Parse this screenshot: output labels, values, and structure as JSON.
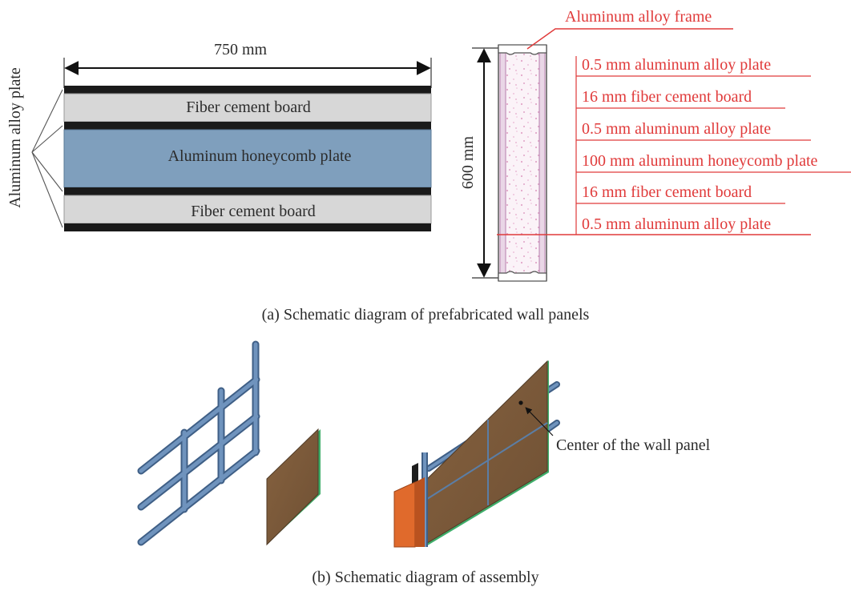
{
  "panel_a": {
    "width_dim": "750 mm",
    "side_label": "Aluminum alloy plate",
    "layers": {
      "top_board": "Fiber cement board",
      "core": "Aluminum honeycomb plate",
      "bottom_board": "Fiber cement board"
    },
    "height_dim": "600 mm",
    "frame_label": "Aluminum alloy frame",
    "section_layers": [
      "0.5 mm aluminum alloy plate",
      "16 mm fiber cement board",
      "0.5 mm aluminum alloy plate",
      "100 mm aluminum honeycomb plate",
      "16 mm fiber cement board",
      "0.5 mm aluminum alloy plate"
    ],
    "caption": "(a) Schematic diagram of prefabricated wall panels"
  },
  "panel_b": {
    "center_label": "Center of the wall panel",
    "caption": "(b) Schematic diagram of assembly"
  },
  "colors": {
    "plate_black": "#1a1a1a",
    "board_gray": "#d7d7d7",
    "honeycomb_blue": "#7f9fbd",
    "annotation_red": "#e03a3a",
    "frame_blue": "#5b7ea6",
    "panel_brown": "#7b5a3c",
    "edge_green": "#3fae6a",
    "column_orange": "#e06a2c"
  }
}
